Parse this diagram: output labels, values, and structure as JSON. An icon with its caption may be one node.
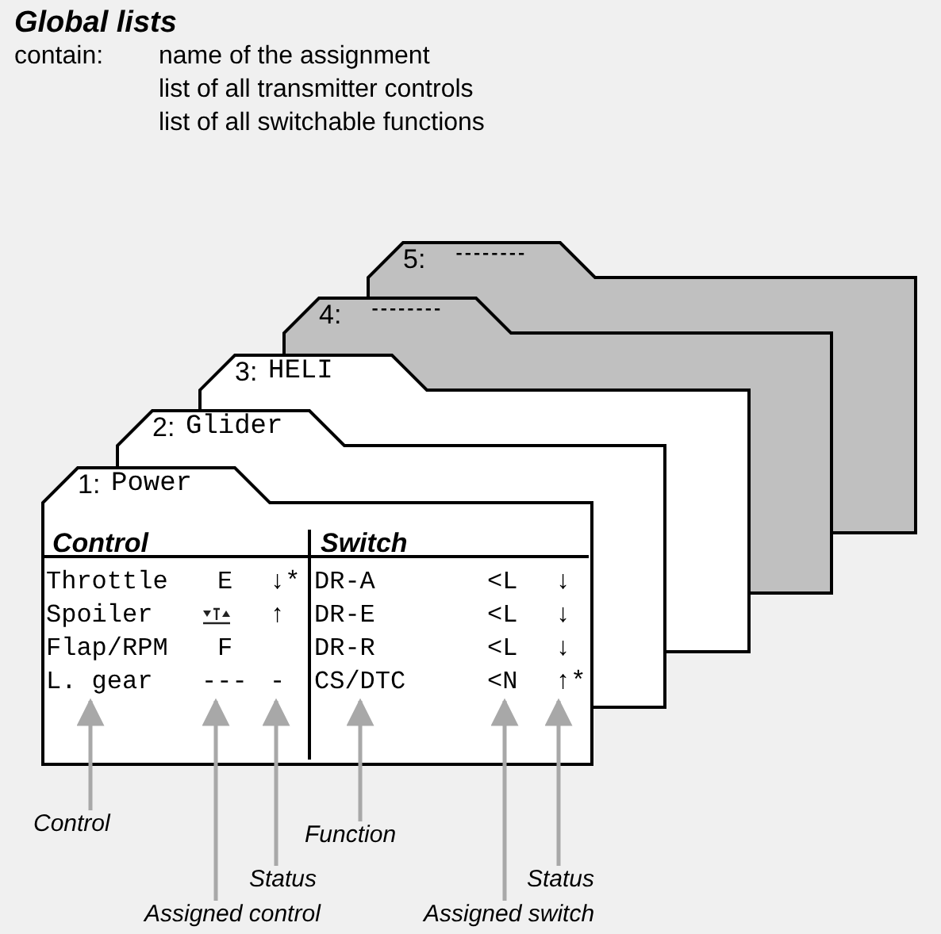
{
  "diagram": {
    "title": "Global lists",
    "nodes": [
      {
        "text": [
          "5:",
          "--------"
        ]
      },
      {
        "text": [
          "4:",
          "--------"
        ]
      },
      {
        "text": [
          "3:",
          "HELI"
        ]
      },
      {
        "text": [
          "2:",
          "Glider"
        ]
      },
      {
        "text": [
          "1:",
          "Power",
          "Control",
          "Switch"
        ]
      },
      {
        "text": [
          "L. gear"
        ],
        "in": 4
      },
      {
        "text": [
          "---"
        ],
        "in": 4
      },
      {
        "text": [
          "-"
        ],
        "in": 4
      },
      {
        "text": [
          "CS/DTC"
        ],
        "in": 4
      },
      {
        "text": [
          "<N"
        ],
        "in": 4
      },
      {
        "text": [
          "↑*"
        ],
        "in": 4
      },
      {
        "text": [
          "Control"
        ]
      },
      {
        "text": [
          "Function"
        ]
      },
      {
        "text": [
          "Status"
        ]
      },
      {
        "text": [
          "Assigned control"
        ]
      },
      {
        "text": [
          "Status"
        ]
      },
      {
        "text": [
          "Assigned switch"
        ]
      }
    ],
    "edges": [
      {
        "from": 11,
        "to": 5,
        "arrow": "to"
      },
      {
        "from": 14,
        "to": 6,
        "arrow": "to"
      },
      {
        "from": 13,
        "to": 7,
        "arrow": "to"
      },
      {
        "from": 12,
        "to": 8,
        "arrow": "to"
      },
      {
        "from": 16,
        "to": 9,
        "arrow": "to"
      },
      {
        "from": 15,
        "to": 10,
        "arrow": "to"
      }
    ],
    "labels": [
      "contain:",
      "name of the assignment",
      "list of all transmitter controls",
      "list of all switchable functions",
      "Throttle",
      "E",
      "↓*",
      "DR-A",
      "<L",
      "↓",
      "Spoiler",
      "↑",
      "DR-E",
      "<L",
      "↓",
      "Flap/RPM",
      "F",
      "DR-R",
      "<L",
      "↓"
    ]
  }
}
